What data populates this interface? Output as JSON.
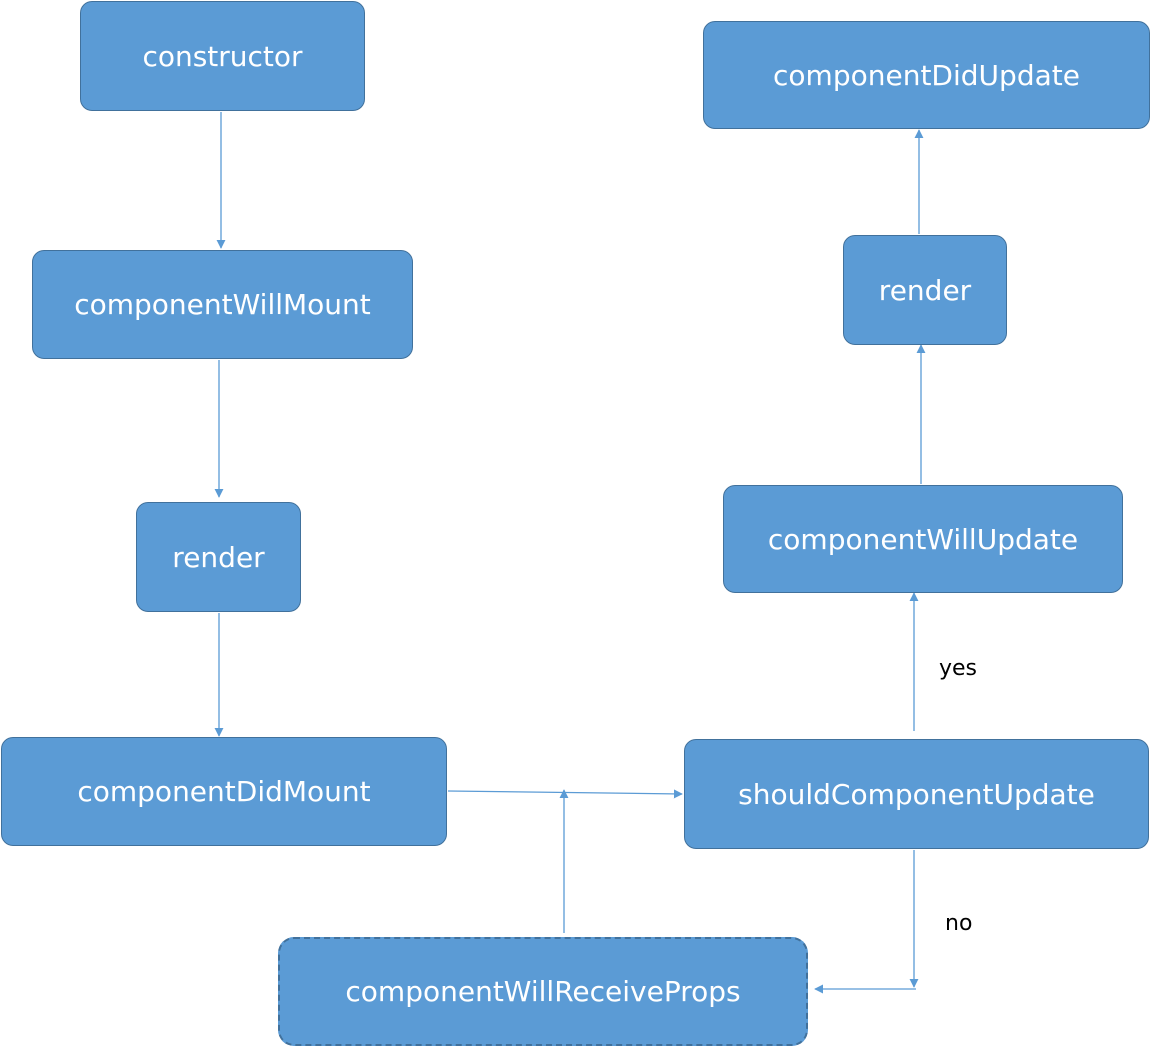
{
  "nodes": {
    "constructor": "constructor",
    "componentWillMount": "componentWillMount",
    "render_mount": "render",
    "componentDidMount": "componentDidMount",
    "shouldComponentUpdate": "shouldComponentUpdate",
    "componentWillUpdate": "componentWillUpdate",
    "render_update": "render",
    "componentDidUpdate": "componentDidUpdate",
    "componentWillReceiveProps": "componentWillReceiveProps"
  },
  "edges": [
    {
      "from": "constructor",
      "to": "componentWillMount",
      "label": ""
    },
    {
      "from": "componentWillMount",
      "to": "render_mount",
      "label": ""
    },
    {
      "from": "render_mount",
      "to": "componentDidMount",
      "label": ""
    },
    {
      "from": "componentDidMount",
      "to": "shouldComponentUpdate",
      "label": ""
    },
    {
      "from": "componentWillReceiveProps",
      "to": "shouldComponentUpdate",
      "label": ""
    },
    {
      "from": "shouldComponentUpdate",
      "to": "componentWillUpdate",
      "label": "yes"
    },
    {
      "from": "componentWillUpdate",
      "to": "render_update",
      "label": ""
    },
    {
      "from": "render_update",
      "to": "componentDidUpdate",
      "label": ""
    },
    {
      "from": "shouldComponentUpdate",
      "to": "componentWillReceiveProps",
      "label": "no"
    }
  ],
  "labels": {
    "yes": "yes",
    "no": "no"
  },
  "colors": {
    "node_fill": "#5b9bd5",
    "node_border": "#41719c",
    "edge": "#5b9bd5"
  }
}
